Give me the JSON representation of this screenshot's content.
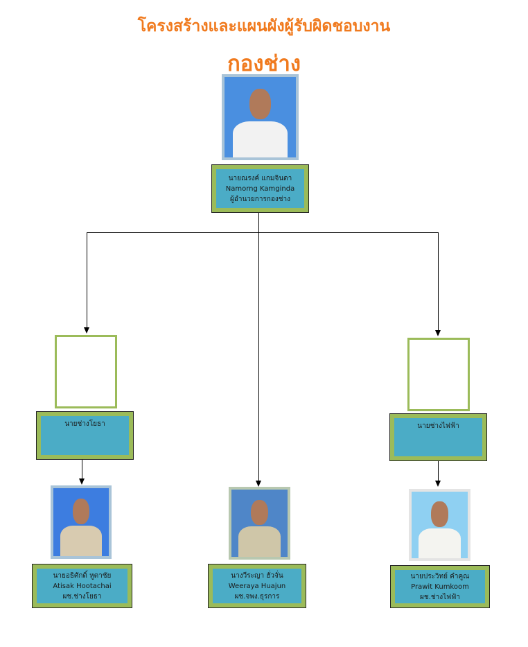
{
  "header": {
    "title": "โครงสร้างและแผนผังผู้รับผิดชอบงาน",
    "department": "กองช่าง"
  },
  "head": {
    "name_th": "นายณรงค์  แกมจินดา",
    "name_en": "Namorng  Kamginda",
    "position": "ผู้อำนวยการกองช่าง"
  },
  "units": [
    {
      "label": "นายช่างโยธา"
    },
    {
      "label": "นายช่างไฟฟ้า"
    }
  ],
  "staff": [
    {
      "name_th": "นายอธิศักดิ์  หูตาชัย",
      "name_en": "Atisak  Hootachai",
      "position": "ผช.ช่างโยธา"
    },
    {
      "name_th": "นางวีระญา  ฮั่วจั่น",
      "name_en": "Weeraya  Huajun",
      "position": "ผช.จพง.ธุรการ"
    },
    {
      "name_th": "นายประวิทย์  คำคูณ",
      "name_en": "Prawit  Kumkoom",
      "position": "ผช.ช่างไฟฟ้า"
    }
  ]
}
